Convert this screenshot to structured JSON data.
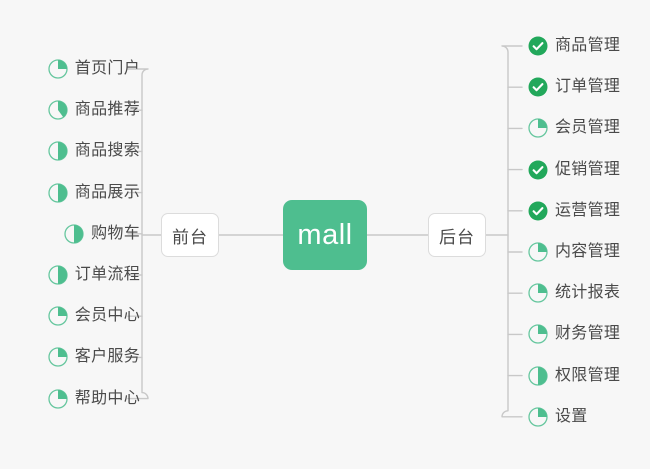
{
  "diagram": {
    "type": "mindmap",
    "title": "mall",
    "background_color": "#f7f7f7",
    "accent_color": "#4EBE8F",
    "line_color": "#c8c8c8",
    "text_color": "#4a4a4a"
  },
  "center": {
    "label": "mall"
  },
  "branches": {
    "left": {
      "label": "前台"
    },
    "right": {
      "label": "后台"
    }
  },
  "left_items": [
    {
      "label": "首页门户",
      "icon": "pie-progress-icon",
      "progress": 25,
      "status": "in-progress"
    },
    {
      "label": "商品推荐",
      "icon": "pie-progress-icon",
      "progress": 40,
      "status": "in-progress"
    },
    {
      "label": "商品搜索",
      "icon": "pie-progress-icon",
      "progress": 50,
      "status": "in-progress"
    },
    {
      "label": "商品展示",
      "icon": "pie-progress-icon",
      "progress": 50,
      "status": "in-progress"
    },
    {
      "label": "购物车",
      "icon": "pie-progress-icon",
      "progress": 50,
      "status": "in-progress"
    },
    {
      "label": "订单流程",
      "icon": "pie-progress-icon",
      "progress": 50,
      "status": "in-progress"
    },
    {
      "label": "会员中心",
      "icon": "pie-progress-icon",
      "progress": 25,
      "status": "in-progress"
    },
    {
      "label": "客户服务",
      "icon": "pie-progress-icon",
      "progress": 25,
      "status": "in-progress"
    },
    {
      "label": "帮助中心",
      "icon": "pie-progress-icon",
      "progress": 25,
      "status": "in-progress"
    }
  ],
  "right_items": [
    {
      "label": "商品管理",
      "icon": "check-circle-icon",
      "progress": 100,
      "status": "done"
    },
    {
      "label": "订单管理",
      "icon": "check-circle-icon",
      "progress": 100,
      "status": "done"
    },
    {
      "label": "会员管理",
      "icon": "pie-progress-icon",
      "progress": 25,
      "status": "in-progress"
    },
    {
      "label": "促销管理",
      "icon": "check-circle-icon",
      "progress": 100,
      "status": "done"
    },
    {
      "label": "运营管理",
      "icon": "check-circle-icon",
      "progress": 100,
      "status": "done"
    },
    {
      "label": "内容管理",
      "icon": "pie-progress-icon",
      "progress": 25,
      "status": "in-progress"
    },
    {
      "label": "统计报表",
      "icon": "pie-progress-icon",
      "progress": 25,
      "status": "in-progress"
    },
    {
      "label": "财务管理",
      "icon": "pie-progress-icon",
      "progress": 25,
      "status": "in-progress"
    },
    {
      "label": "权限管理",
      "icon": "pie-progress-icon",
      "progress": 50,
      "status": "in-progress"
    },
    {
      "label": "设置",
      "icon": "pie-progress-icon",
      "progress": 25,
      "status": "in-progress"
    }
  ]
}
